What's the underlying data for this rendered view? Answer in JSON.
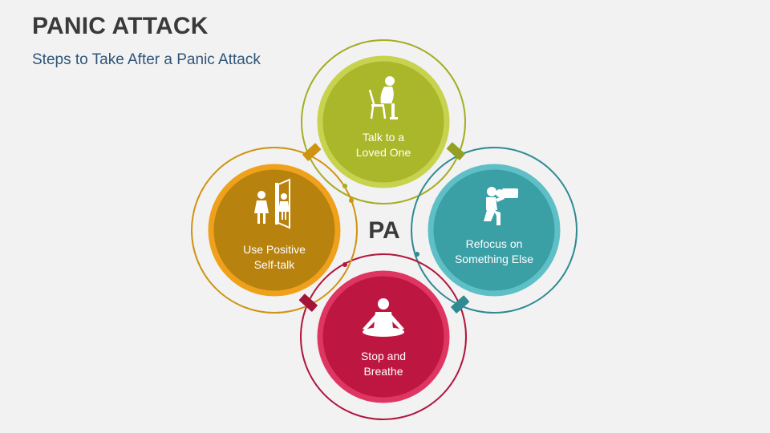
{
  "header": {
    "title": "PANIC ATTACK",
    "subtitle": "Steps to Take After a Panic Attack"
  },
  "center_label": "PA",
  "steps": [
    {
      "id": "top",
      "lines": [
        "Talk to a",
        "Loved One"
      ],
      "color": "#aab72a",
      "icon": "person-sitting-on-chair-icon"
    },
    {
      "id": "right",
      "lines": [
        "Refocus on",
        "Something Else"
      ],
      "color": "#3b9fa6",
      "icon": "person-kneeling-with-camera-icon"
    },
    {
      "id": "bottom",
      "lines": [
        "Stop and",
        "Breathe"
      ],
      "color": "#bd1741",
      "icon": "person-meditating-icon"
    },
    {
      "id": "left",
      "lines": [
        "Use Positive",
        "Self-talk"
      ],
      "color": "#f0a11b",
      "icon": "person-facing-mirror-icon"
    }
  ]
}
